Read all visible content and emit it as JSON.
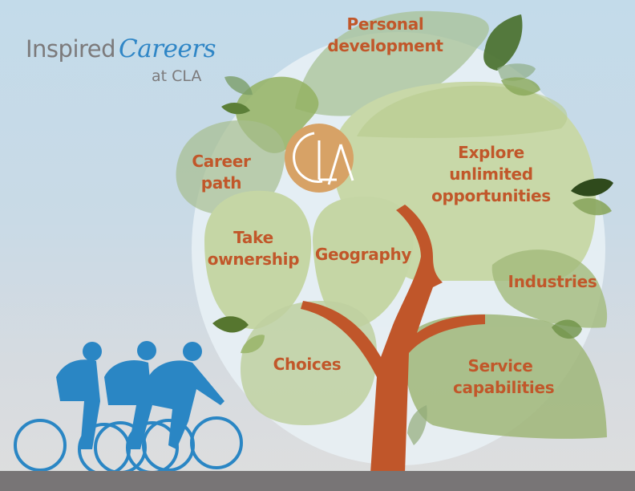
{
  "logo": {
    "word1": "Inspired",
    "word2": "Careers",
    "word3": "at CLA"
  },
  "emblem": {
    "text": "CLA",
    "color": "#d7a266"
  },
  "labels": {
    "personal_development": "Personal development",
    "personal_development_l1": "Personal",
    "personal_development_l2": "development",
    "career_path_l1": "Career",
    "career_path_l2": "path",
    "explore_l1": "Explore",
    "explore_l2": "unlimited",
    "explore_l3": "opportunities",
    "take_ownership_l1": "Take",
    "take_ownership_l2": "ownership",
    "geography": "Geography",
    "industries": "Industries",
    "choices": "Choices",
    "service_l1": "Service",
    "service_l2": "capabilities"
  },
  "colors": {
    "label_text": "#c1572a",
    "trunk": "#c0562a",
    "leaf_light": "#c9d9a8",
    "leaf_mid": "#a9bf7e",
    "leaf_dark": "#4e7434",
    "cyclists": "#2a86c4",
    "ground": "#787576",
    "logo_gray": "#7c7a7b",
    "logo_blue": "#2f86c6"
  },
  "illustration": {
    "cyclists_count": 3
  }
}
